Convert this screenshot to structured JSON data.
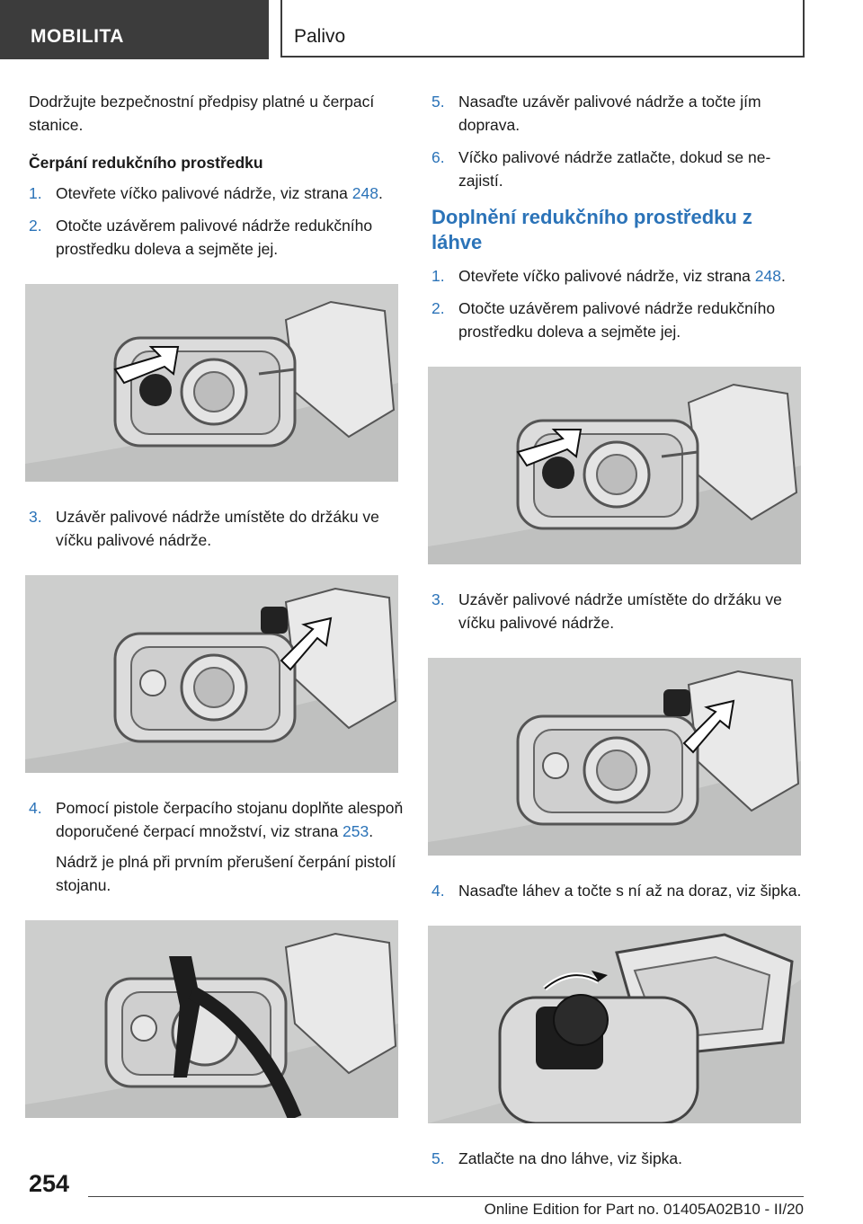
{
  "header": {
    "section": "MOBILITA",
    "chapter": "Palivo"
  },
  "left": {
    "intro": "Dodržujte bezpečnostní předpisy platné u čer­pací stanice.",
    "subheading": "Čerpání redukčního prostředku",
    "steps": [
      {
        "num": "1.",
        "text_pre": "Otevřete víčko palivové nádrže, viz strana ",
        "ref": "248",
        "text_post": "."
      },
      {
        "num": "2.",
        "text": "Otočte uzávěrem palivové nádrže redukčního prostředku doleva a sejměte jej."
      },
      {
        "num": "3.",
        "text": "Uzávěr palivové nádrže umístěte do držáku ve víčku palivové nádrže."
      },
      {
        "num": "4.",
        "text_pre": "Pomocí pistole čerpacího stojanu doplňte ale­spoň doporučené čerpací množství, viz strana ",
        "ref": "253",
        "text_post": ".",
        "note": "Nádrž je plná při prvním přerušení čerpání pi­stolí stojanu."
      }
    ]
  },
  "right": {
    "steps_top": [
      {
        "num": "5.",
        "text": "Nasaďte uzávěr palivové nádrže a točte jím doprava."
      },
      {
        "num": "6.",
        "text": "Víčko palivové nádrže zatlačte, dokud se ne­zajistí."
      }
    ],
    "heading": "Doplnění redukčního prostředku z láhve",
    "steps": [
      {
        "num": "1.",
        "text_pre": "Otevřete víčko palivové nádrže, viz strana ",
        "ref": "248",
        "text_post": "."
      },
      {
        "num": "2.",
        "text": "Otočte uzávěrem palivové nádrže redukčního prostředku doleva a sejměte jej."
      },
      {
        "num": "3.",
        "text": "Uzávěr palivové nádrže umístěte do držáku ve víčku palivové nádrže."
      },
      {
        "num": "4.",
        "text": "Nasaďte láhev a točte s ní až na doraz, viz šipka."
      },
      {
        "num": "5.",
        "text": "Zatlačte na dno láhve, viz šipka."
      }
    ]
  },
  "footer": {
    "page_number": "254",
    "edition": "Online Edition for Part no. 01405A02B10 - II/20"
  }
}
